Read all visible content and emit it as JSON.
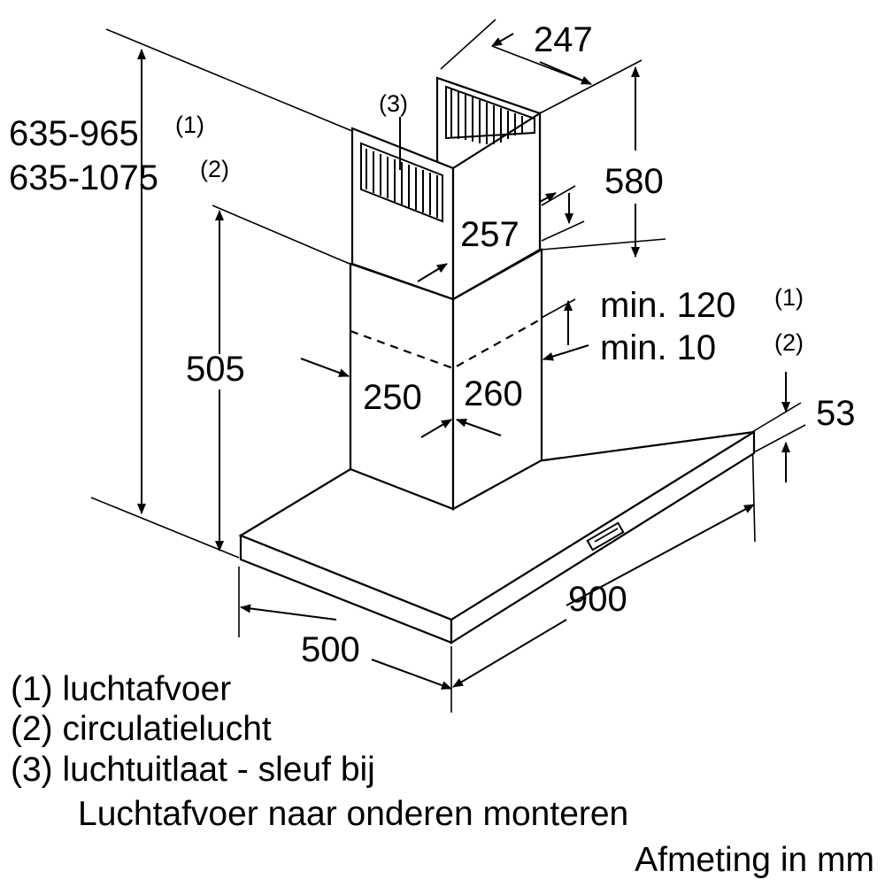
{
  "dimensions": {
    "height_total_1": "635-965",
    "height_total_1_note": "(1)",
    "height_total_2": "635-1075",
    "height_total_2_note": "(2)",
    "chimney_top_depth": "247",
    "chimney_top_height": "580",
    "chimney_top_width": "257",
    "outlet_note": "(3)",
    "hood_height": "505",
    "gap_1": "min. 120",
    "gap_1_note": "(1)",
    "gap_2": "min. 10",
    "gap_2_note": "(2)",
    "chimney_lower_width": "250",
    "chimney_lower_depth": "260",
    "canopy_thickness": "53",
    "canopy_width": "900",
    "canopy_depth": "500"
  },
  "legend": [
    "(1) luchtafvoer",
    "(2) circulatielucht",
    "(3) luchtuitlaat - sleuf bij",
    "Luchtafvoer naar onderen monteren"
  ],
  "unit_note": "Afmeting in mm"
}
